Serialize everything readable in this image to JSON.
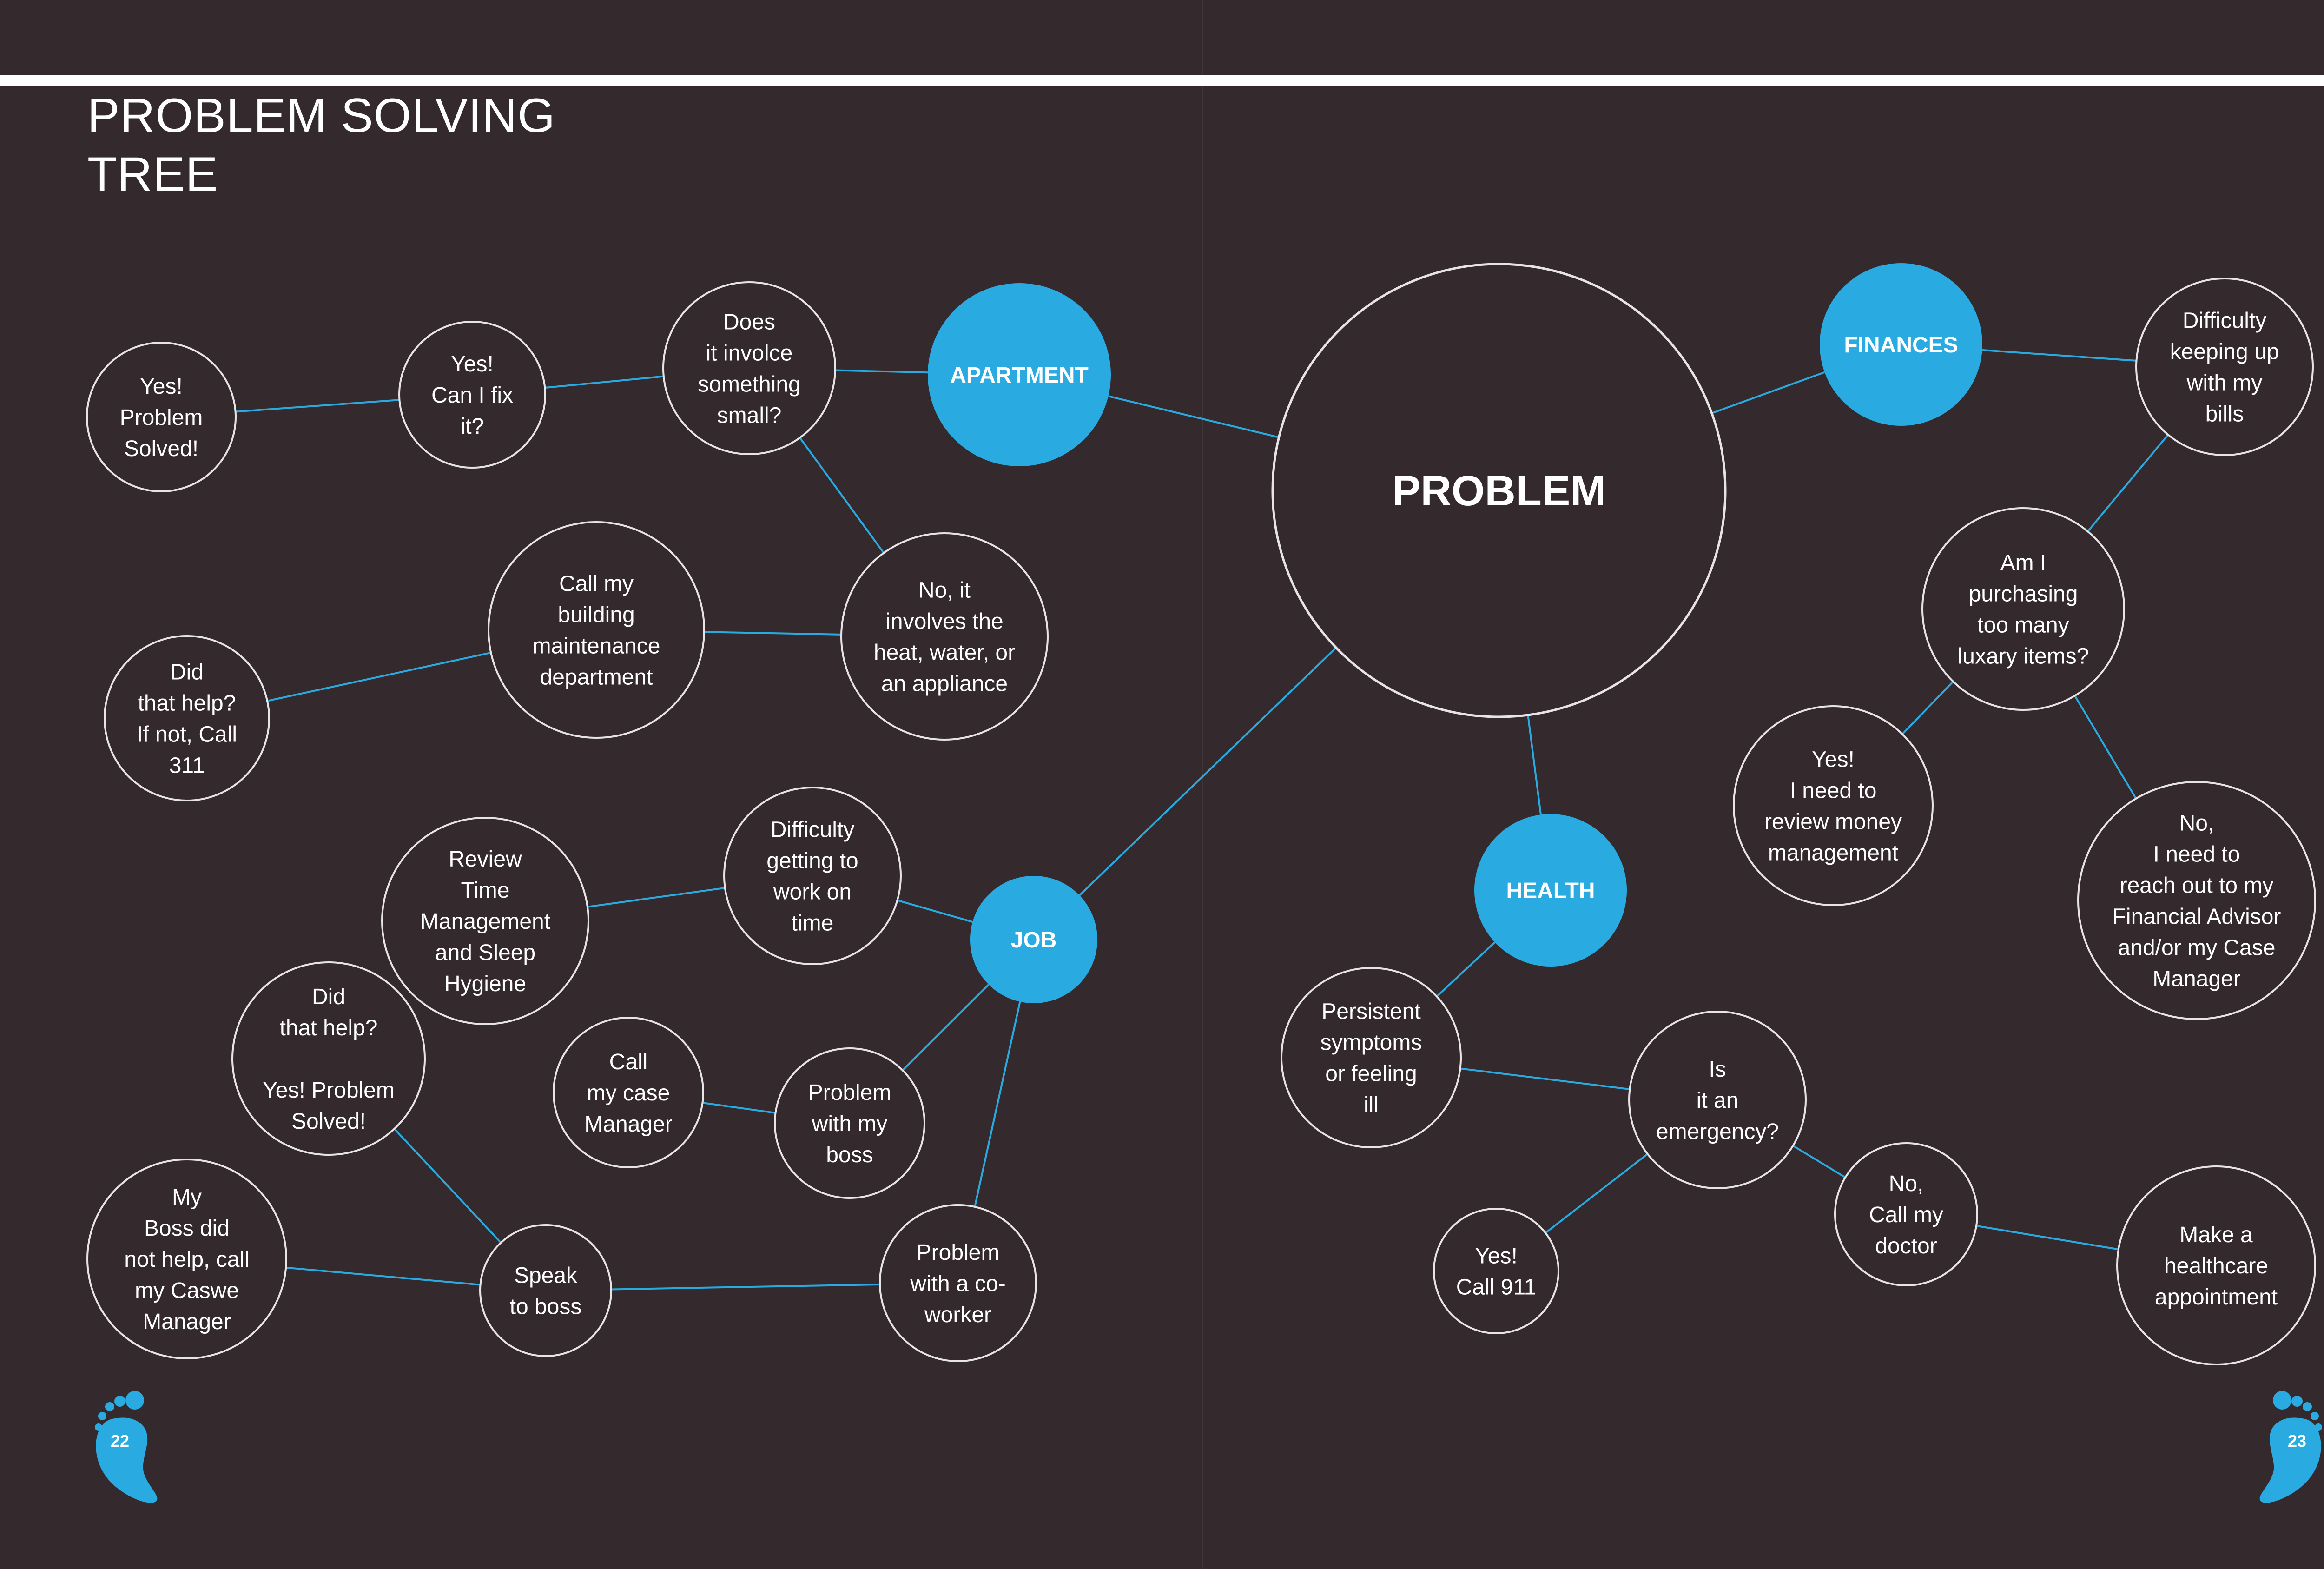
{
  "title_lines": [
    "PROBLEM SOLVING",
    "TREE"
  ],
  "colors": {
    "background": "#342a2e",
    "accent": "#29abe2",
    "node_stroke": "#e8e4e6",
    "edge": "#29abe2",
    "text": "#ffffff"
  },
  "nodes": [
    {
      "id": "problem",
      "lines": [
        "PROBLEM"
      ],
      "type": "root"
    },
    {
      "id": "apartment",
      "lines": [
        "APARTMENT"
      ],
      "type": "category"
    },
    {
      "id": "finances",
      "lines": [
        "FINANCES"
      ],
      "type": "category"
    },
    {
      "id": "job",
      "lines": [
        "JOB"
      ],
      "type": "category"
    },
    {
      "id": "health",
      "lines": [
        "HEALTH"
      ],
      "type": "category"
    },
    {
      "id": "does-it-involve",
      "lines": [
        "Does",
        "it involce",
        "something",
        "small?"
      ],
      "type": "step"
    },
    {
      "id": "yes-can-i-fix",
      "lines": [
        "Yes!",
        "Can I fix",
        "it?"
      ],
      "type": "step"
    },
    {
      "id": "yes-problem-solved",
      "lines": [
        "Yes!",
        "Problem",
        "Solved!"
      ],
      "type": "step"
    },
    {
      "id": "no-involves-heat",
      "lines": [
        "No, it",
        "involves the",
        "heat, water, or",
        "an appliance"
      ],
      "type": "step"
    },
    {
      "id": "call-building",
      "lines": [
        "Call my",
        "building",
        "maintenance",
        "department"
      ],
      "type": "step"
    },
    {
      "id": "did-help-311",
      "lines": [
        "Did",
        "that help?",
        "If not, Call",
        "311"
      ],
      "type": "step"
    },
    {
      "id": "difficulty-work",
      "lines": [
        "Difficulty",
        "getting to",
        "work on",
        "time"
      ],
      "type": "step"
    },
    {
      "id": "review-time",
      "lines": [
        "Review",
        "Time",
        "Management",
        "and Sleep",
        "Hygiene"
      ],
      "type": "step"
    },
    {
      "id": "problem-boss",
      "lines": [
        "Problem",
        "with my",
        "boss"
      ],
      "type": "step"
    },
    {
      "id": "call-case-manager",
      "lines": [
        "Call",
        "my case",
        "Manager"
      ],
      "type": "step"
    },
    {
      "id": "problem-coworker",
      "lines": [
        "Problem",
        "with a co-",
        "worker"
      ],
      "type": "step"
    },
    {
      "id": "speak-boss",
      "lines": [
        "Speak",
        "to boss"
      ],
      "type": "step"
    },
    {
      "id": "did-help-solved",
      "lines": [
        "Did",
        "that help?",
        "",
        "Yes! Problem",
        "Solved!"
      ],
      "type": "step"
    },
    {
      "id": "boss-not-help",
      "lines": [
        "My",
        "Boss did",
        "not help, call",
        "my Caswe",
        "Manager"
      ],
      "type": "step"
    },
    {
      "id": "difficulty-bills",
      "lines": [
        "Difficulty",
        "keeping up",
        "with my",
        "bills"
      ],
      "type": "step"
    },
    {
      "id": "luxury-items",
      "lines": [
        "Am I",
        "purchasing",
        "too many",
        "luxary items?"
      ],
      "type": "step"
    },
    {
      "id": "yes-review-money",
      "lines": [
        "Yes!",
        "I need to",
        "review money",
        "management"
      ],
      "type": "step"
    },
    {
      "id": "no-financial-advisor",
      "lines": [
        "No,",
        "I need to",
        "reach out to my",
        "Financial Advisor",
        "and/or my Case",
        "Manager"
      ],
      "type": "step"
    },
    {
      "id": "persistent-symptoms",
      "lines": [
        "Persistent",
        "symptoms",
        "or feeling",
        "ill"
      ],
      "type": "step"
    },
    {
      "id": "is-emergency",
      "lines": [
        "Is",
        "it an",
        "emergency?"
      ],
      "type": "step"
    },
    {
      "id": "yes-call-911",
      "lines": [
        "Yes!",
        "Call 911"
      ],
      "type": "step"
    },
    {
      "id": "no-call-doctor",
      "lines": [
        "No,",
        "Call my",
        "doctor"
      ],
      "type": "step"
    },
    {
      "id": "healthcare-appointment",
      "lines": [
        "Make a",
        "healthcare",
        "appointment"
      ],
      "type": "step"
    }
  ],
  "edges": [
    [
      "problem",
      "apartment"
    ],
    [
      "apartment",
      "does-it-involve"
    ],
    [
      "does-it-involve",
      "yes-can-i-fix"
    ],
    [
      "yes-can-i-fix",
      "yes-problem-solved"
    ],
    [
      "does-it-involve",
      "no-involves-heat"
    ],
    [
      "no-involves-heat",
      "call-building"
    ],
    [
      "call-building",
      "did-help-311"
    ],
    [
      "problem",
      "finances"
    ],
    [
      "finances",
      "difficulty-bills"
    ],
    [
      "difficulty-bills",
      "luxury-items"
    ],
    [
      "luxury-items",
      "yes-review-money"
    ],
    [
      "luxury-items",
      "no-financial-advisor"
    ],
    [
      "problem",
      "job"
    ],
    [
      "job",
      "difficulty-work"
    ],
    [
      "difficulty-work",
      "review-time"
    ],
    [
      "job",
      "problem-boss"
    ],
    [
      "problem-boss",
      "call-case-manager"
    ],
    [
      "job",
      "problem-coworker"
    ],
    [
      "problem-coworker",
      "speak-boss"
    ],
    [
      "speak-boss",
      "did-help-solved"
    ],
    [
      "speak-boss",
      "boss-not-help"
    ],
    [
      "problem",
      "health"
    ],
    [
      "health",
      "persistent-symptoms"
    ],
    [
      "persistent-symptoms",
      "is-emergency"
    ],
    [
      "is-emergency",
      "yes-call-911"
    ],
    [
      "is-emergency",
      "no-call-doctor"
    ],
    [
      "no-call-doctor",
      "healthcare-appointment"
    ]
  ],
  "page_numbers": {
    "left": "22",
    "right": "23"
  },
  "icons": {
    "page_marker": "footprint-icon"
  }
}
